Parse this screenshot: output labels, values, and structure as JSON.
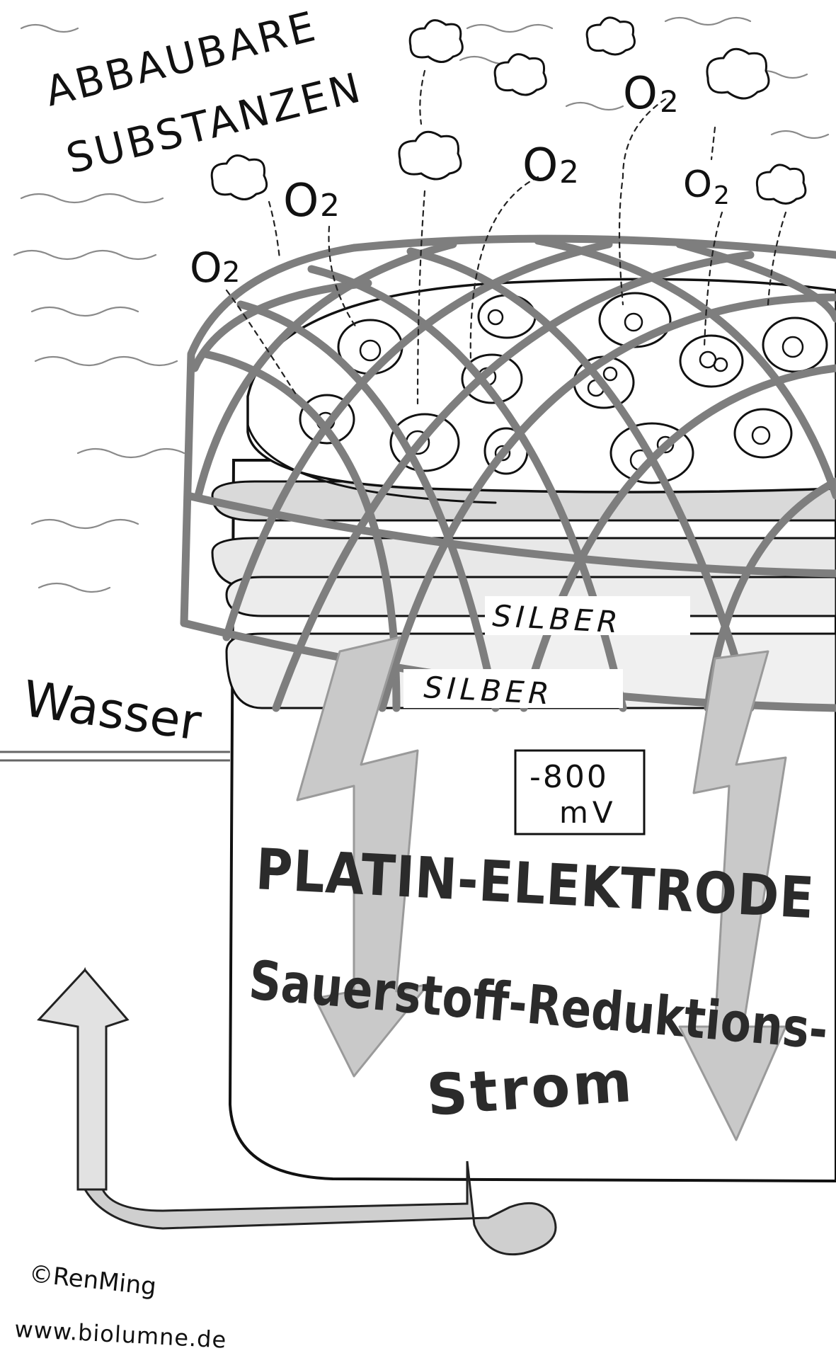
{
  "labels": {
    "abbaubare": "ABBAUBARE",
    "substanzen": "SUBSTANZEN",
    "o2": "O",
    "o2_sub": "2",
    "wasser": "Wasser",
    "silber": "SILBER",
    "voltage": "-800",
    "voltage_unit": "mV",
    "platin": "PLATIN-ELEKTRODE",
    "sauerstoff": "Sauerstoff-Reduktions-",
    "strom": "Strom",
    "copyright": "©RenMing",
    "website": "www.biolumne.de"
  }
}
